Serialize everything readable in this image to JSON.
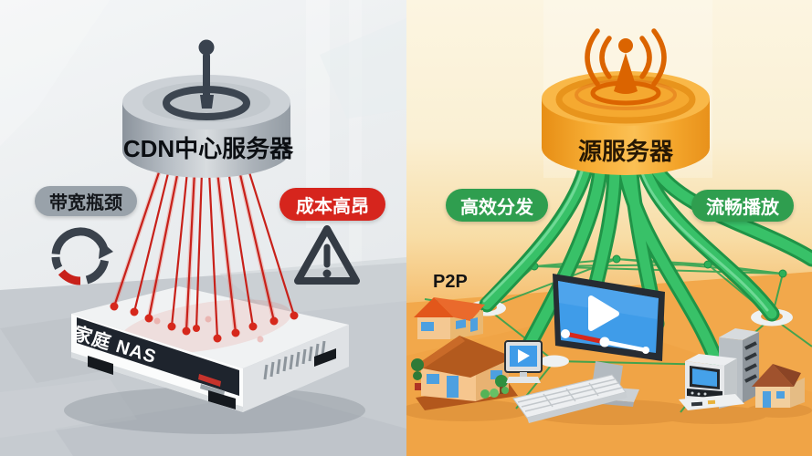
{
  "left_panel": {
    "server_label": "CDN中心服务器",
    "badge_bandwidth": "带宽瓶颈",
    "badge_cost": "成本高昂",
    "nas_label": "家庭 NAS"
  },
  "right_panel": {
    "server_label": "源服务器",
    "badge_distribution": "高效分发",
    "badge_playback": "流畅播放",
    "p2p_label": "P2P"
  },
  "icons": {
    "left_server_top": "antenna-icon",
    "left_status_left": "loading-spinner-icon",
    "left_status_right": "warning-icon",
    "right_server_top": "broadcast-icon",
    "monitor_screens": "play-icon"
  },
  "colors": {
    "laser_red": "#c8211a",
    "cost_badge_red": "#d6251d",
    "bandwidth_badge_gray": "#99a2aa",
    "badge_green": "#2f9e4f",
    "tube_green": "#38c168",
    "server_orange": "#f7ad35",
    "screen_blue": "#3f9ce9",
    "nas_panel_dark": "#1e242d"
  }
}
